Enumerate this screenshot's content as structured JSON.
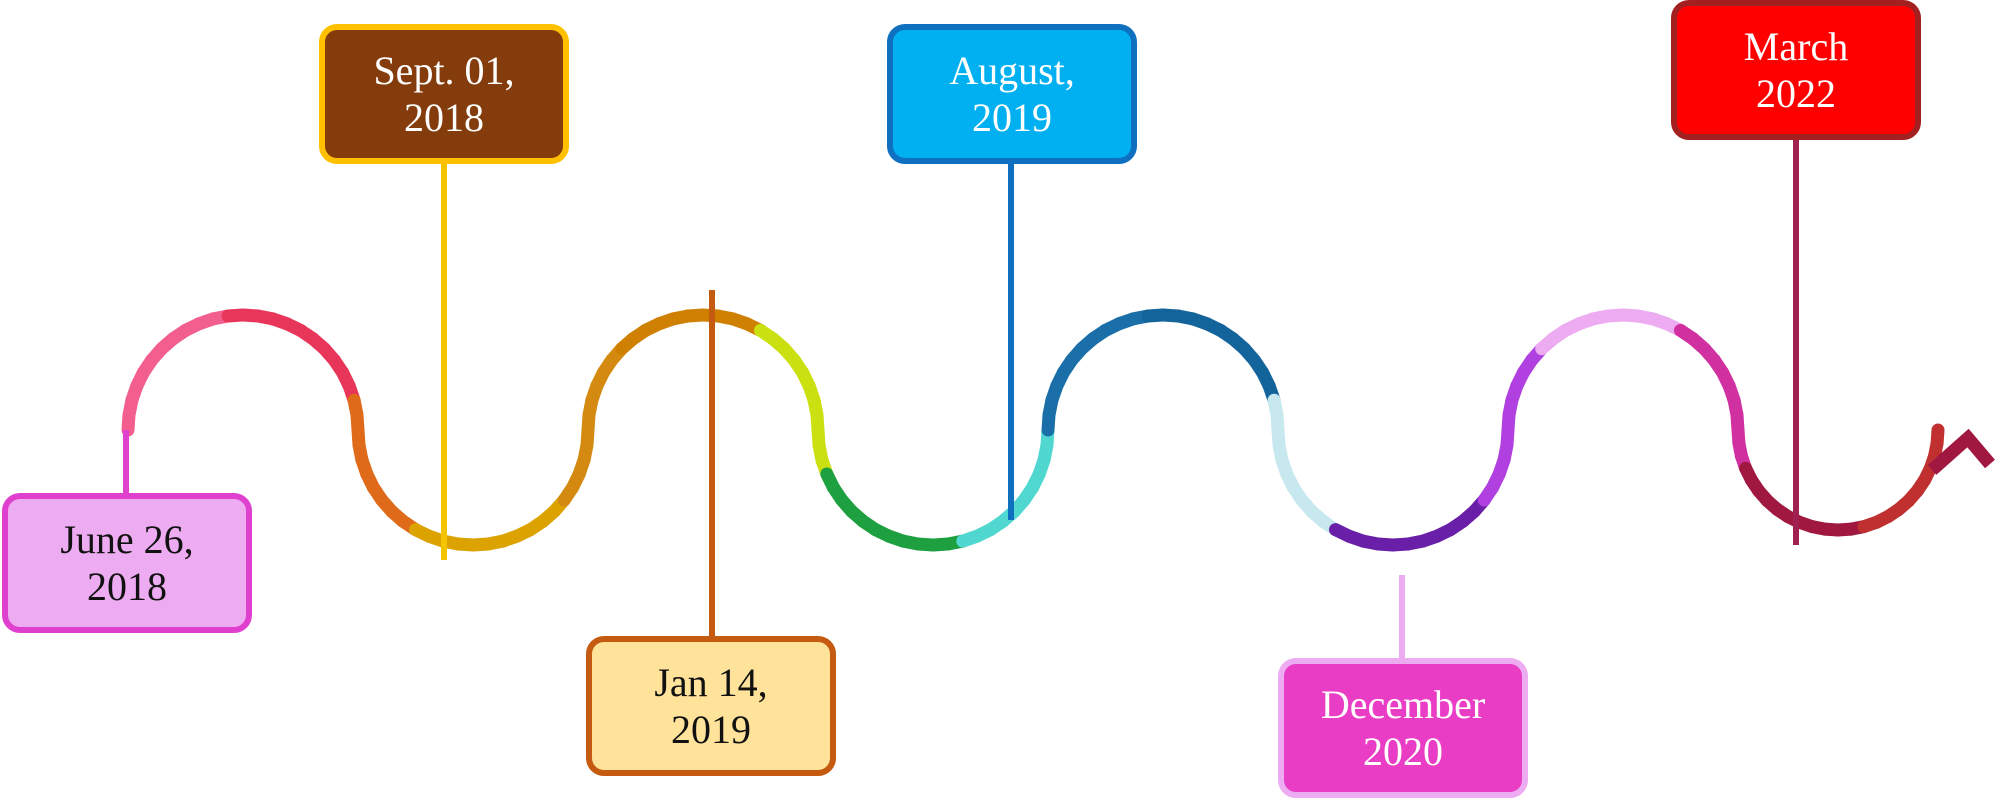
{
  "timeline": {
    "events": [
      {
        "label": "June 26,\n2018",
        "fill": "#EDABF1",
        "border": "#E040CE",
        "text_color": "#111111",
        "connector_color": "#E040CE",
        "position": "below"
      },
      {
        "label": "Sept. 01,\n2018",
        "fill": "#853C0C",
        "border": "#FFC000",
        "text_color": "#FFFFFF",
        "connector_color": "#F5C400",
        "position": "above"
      },
      {
        "label": "Jan 14,\n2019",
        "fill": "#FFE39A",
        "border": "#C55A11",
        "text_color": "#111111",
        "connector_color": "#C55A11",
        "position": "below"
      },
      {
        "label": "August,\n2019",
        "fill": "#00B0F0",
        "border": "#1070C0",
        "text_color": "#FFFFFF",
        "connector_color": "#1070C0",
        "position": "above"
      },
      {
        "label": "December\n2020",
        "fill": "#E83DC4",
        "border": "#EDABF1",
        "text_color": "#FFFFFF",
        "connector_color": "#EDABF1",
        "position": "below"
      },
      {
        "label": "March\n2022",
        "fill": "#FF0000",
        "border": "#A32020",
        "text_color": "#FFFFFF",
        "connector_color": "#A02050",
        "position": "above"
      }
    ],
    "wave_colors": [
      "#F25F8E",
      "#E8365A",
      "#DE6A1A",
      "#DBA200",
      "#D48A10",
      "#D08000",
      "#CBE010",
      "#1EA040",
      "#50D8D0",
      "#1A6FA8",
      "#14649C",
      "#C8E8F0",
      "#6A1FA8",
      "#B040E0",
      "#EDABF1",
      "#D030A0",
      "#A01840",
      "#C03030"
    ]
  }
}
